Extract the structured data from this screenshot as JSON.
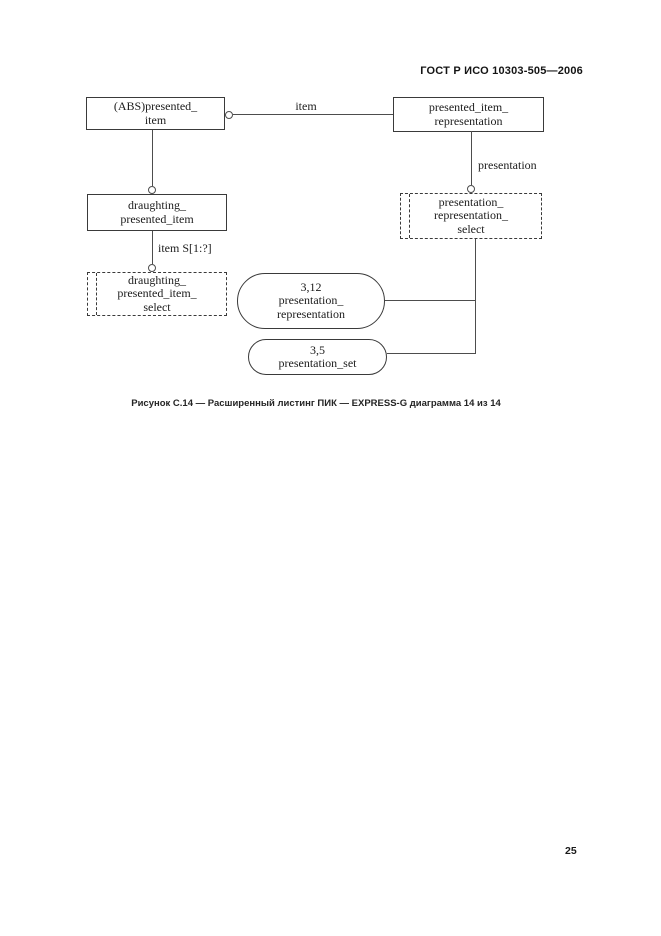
{
  "header": {
    "title": "ГОСТ Р ИСО 10303-505—2006"
  },
  "footer": {
    "page_number": "25"
  },
  "caption": {
    "text": "Рисунок С.14 — Расширенный листинг ПИК — EXPRESS-G диаграмма 14 из 14"
  },
  "diagram": {
    "type": "EXPRESS-G",
    "entities": {
      "abs_presented_item": {
        "lines": [
          "(ABS)presented_",
          "item"
        ]
      },
      "presented_item_representation": {
        "lines": [
          "presented_item_",
          "representation"
        ]
      },
      "draughting_presented_item": {
        "lines": [
          "draughting_",
          "presented_item"
        ]
      },
      "presentation_representation_select": {
        "lines": [
          "presentation_",
          "representation_",
          "select"
        ]
      },
      "draughting_presented_item_select": {
        "lines": [
          "draughting_",
          "presented_item_",
          "select"
        ]
      },
      "presentation_representation_ref": {
        "lines": [
          "3,12",
          "presentation_",
          "representation"
        ]
      },
      "presentation_set_ref": {
        "lines": [
          "3,5",
          "presentation_set"
        ]
      }
    },
    "labels": {
      "item": "item",
      "presentation": "presentation",
      "item_set": "item S[1:?]"
    },
    "colors": {
      "line": "#4d4d4d",
      "border": "#3a3a3a",
      "text": "#1c1c1c"
    }
  }
}
